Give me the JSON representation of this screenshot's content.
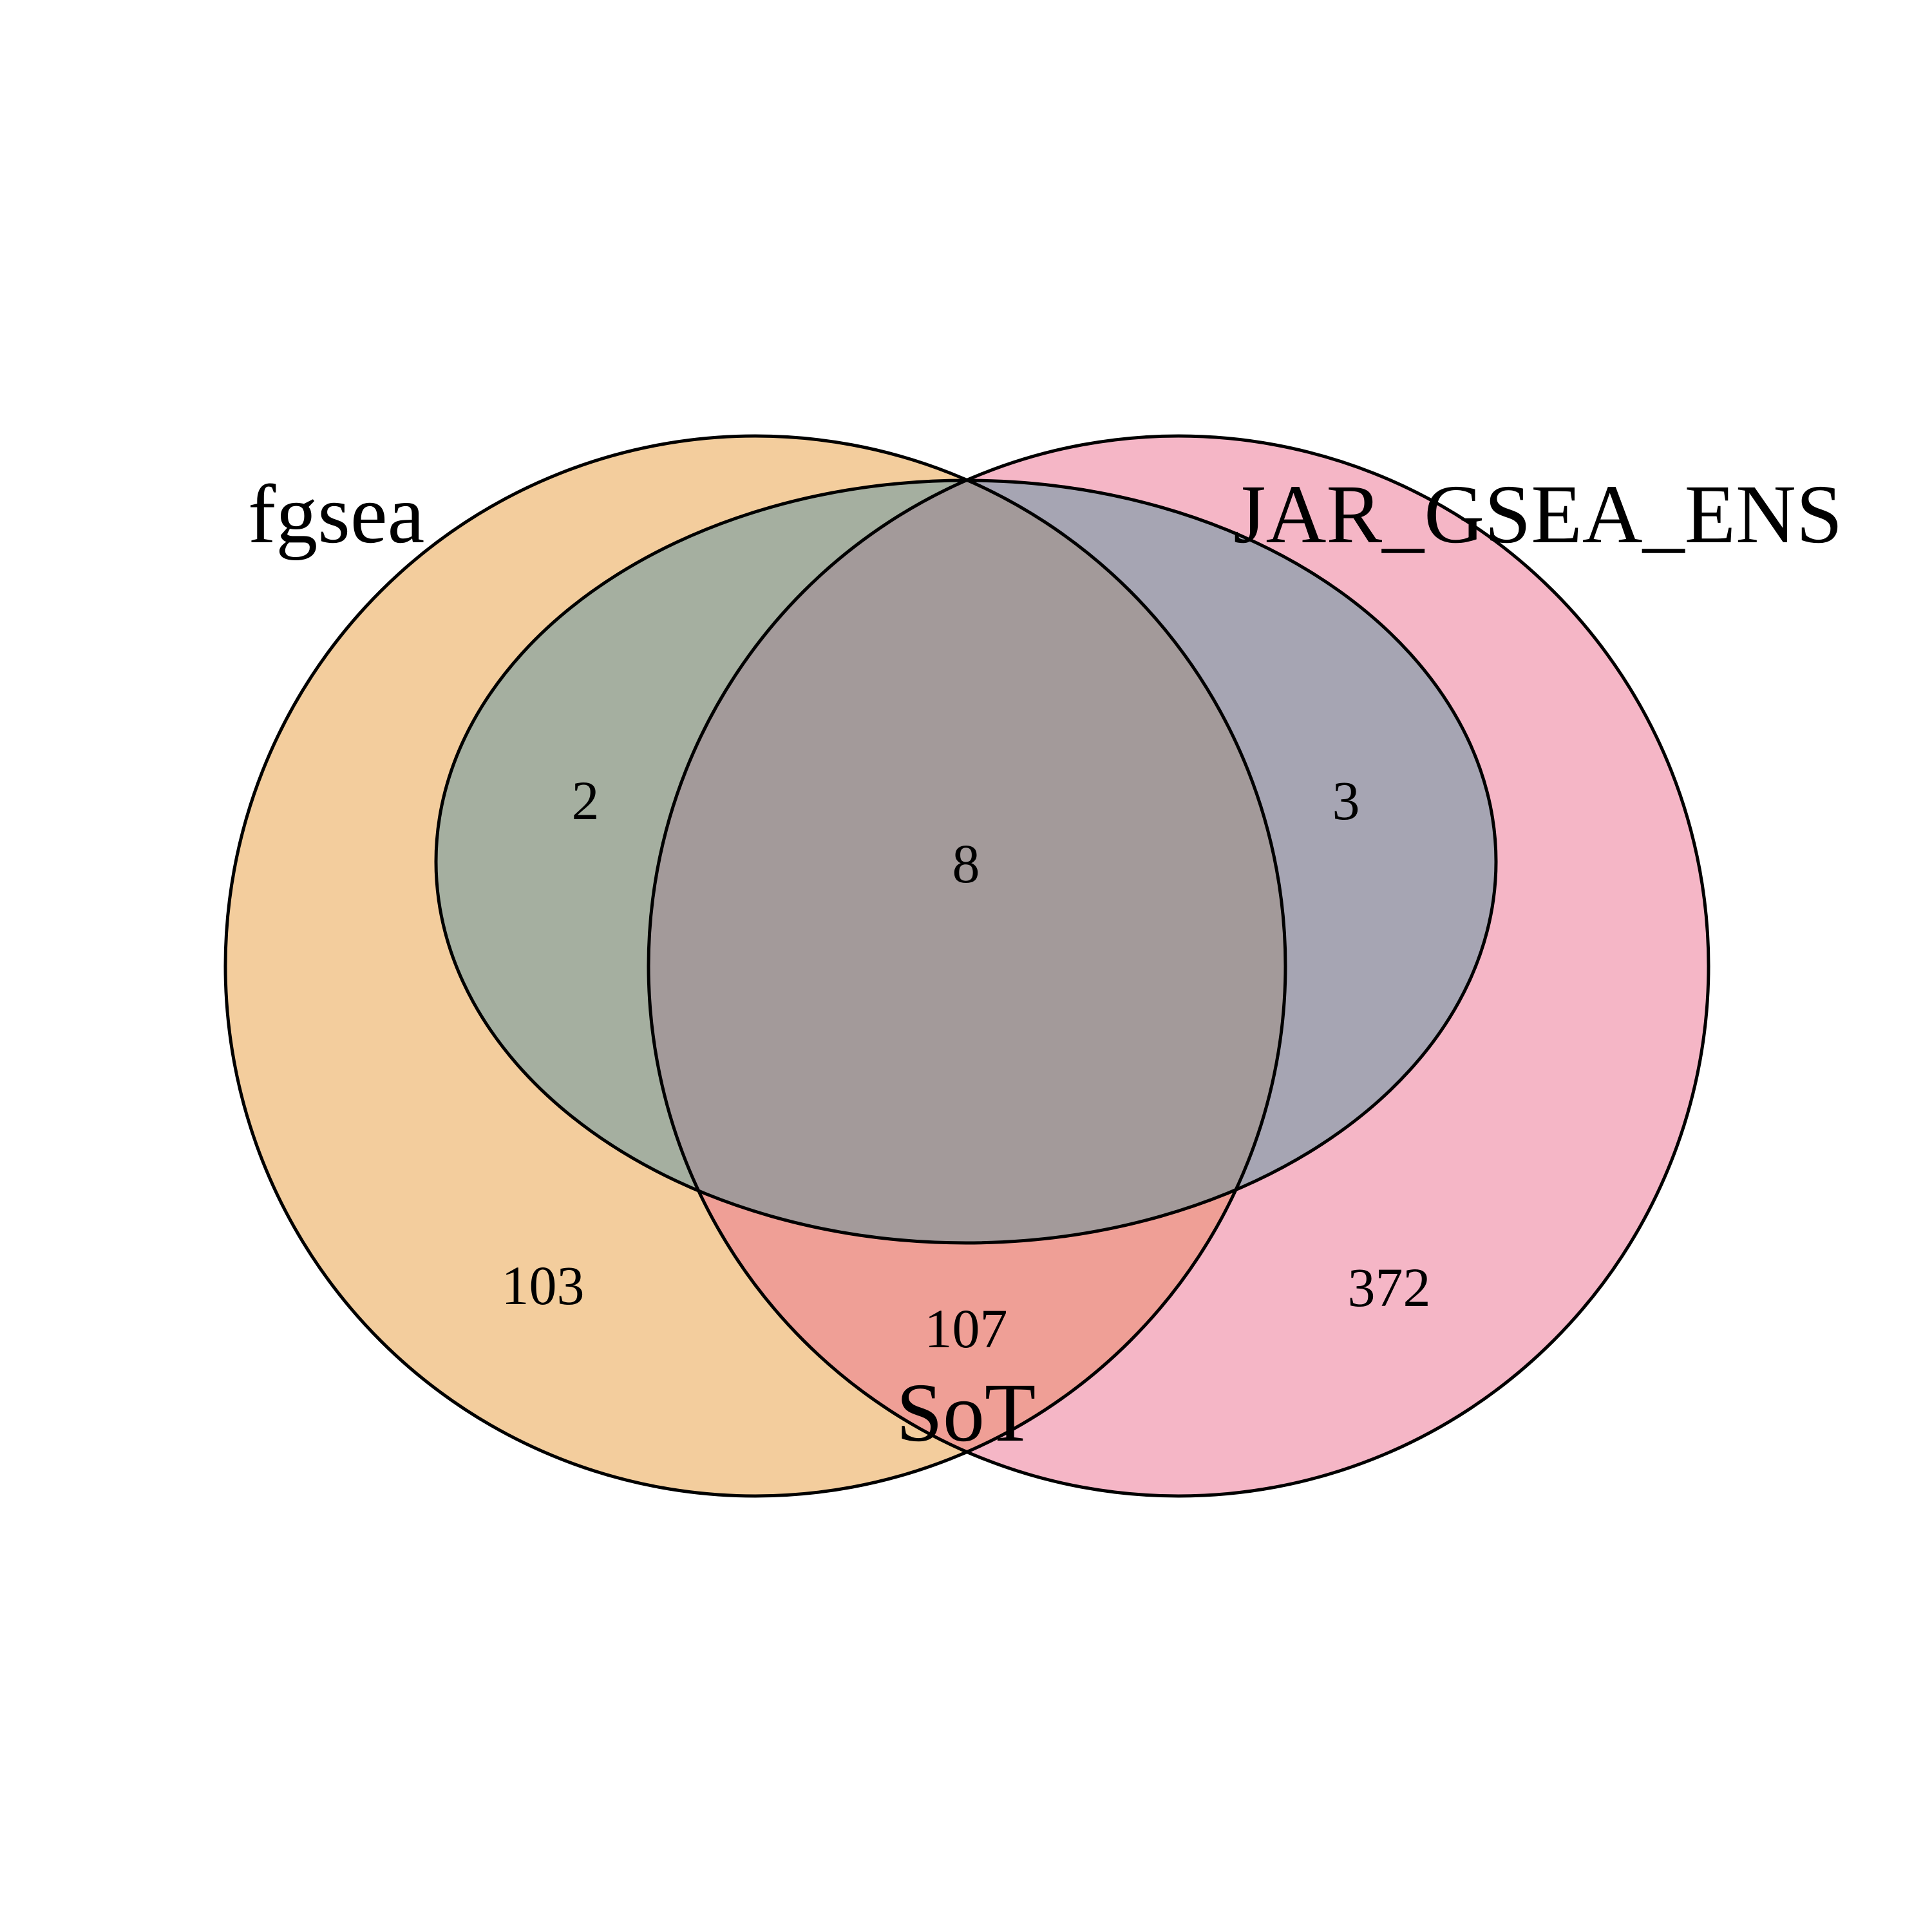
{
  "diagram": {
    "type": "venn",
    "sets": [
      {
        "name": "fgsea",
        "color": "#E9A23B",
        "opacity": 0.5
      },
      {
        "name": "JAR_GSEA_ENS",
        "color": "#EA6A8E",
        "opacity": 0.5
      },
      {
        "name": "SoT",
        "color": "#4A6A5A",
        "opacity": 0.5
      }
    ],
    "regions": {
      "fgsea_only": "103",
      "jar_only": "372",
      "sot_only": "",
      "fgsea_sot": "2",
      "jar_sot": "3",
      "fgsea_jar": "107",
      "all_three": "8"
    },
    "stroke_color": "#000000"
  }
}
